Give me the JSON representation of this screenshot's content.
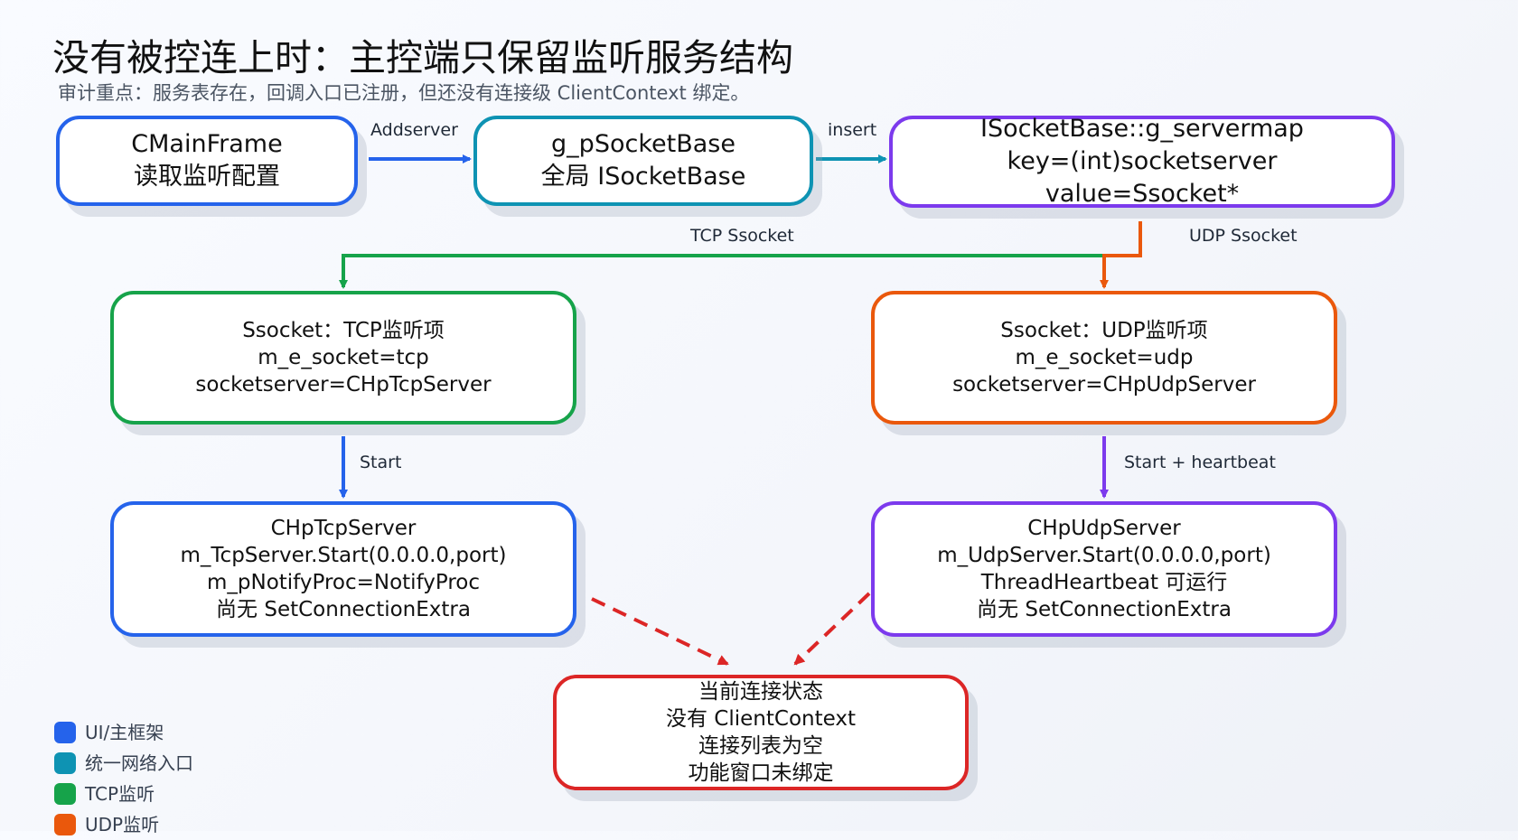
{
  "title": "没有被控连上时：主控端只保留监听服务结构",
  "subtitle": "审计重点：服务表存在，回调入口已注册，但还没有连接级 ClientContext 绑定。",
  "colors": {
    "blue": "#2563eb",
    "teal": "#0e93b3",
    "green": "#16a34a",
    "orange": "#ea580c",
    "purple": "#7c3aed",
    "red": "#dc2626"
  },
  "nodes": {
    "mainframe": {
      "lines": [
        "CMainFrame",
        "读取监听配置"
      ]
    },
    "socketbase": {
      "lines": [
        "g_pSocketBase",
        "全局 ISocketBase"
      ]
    },
    "servermap": {
      "lines": [
        "ISocketBase::g_servermap",
        "key=(int)socketserver",
        "value=Ssocket*"
      ]
    },
    "tcp_ssocket": {
      "lines": [
        "Ssocket：TCP监听项",
        "m_e_socket=tcp",
        "socketserver=CHpTcpServer"
      ]
    },
    "udp_ssocket": {
      "lines": [
        "Ssocket：UDP监听项",
        "m_e_socket=udp",
        "socketserver=CHpUdpServer"
      ]
    },
    "tcp_server": {
      "lines": [
        "CHpTcpServer",
        "m_TcpServer.Start(0.0.0.0,port)",
        "m_pNotifyProc=NotifyProc",
        "尚无 SetConnectionExtra"
      ]
    },
    "udp_server": {
      "lines": [
        "CHpUdpServer",
        "m_UdpServer.Start(0.0.0.0,port)",
        "ThreadHeartbeat 可运行",
        "尚无 SetConnectionExtra"
      ]
    },
    "conn_state": {
      "lines": [
        "当前连接状态",
        "没有 ClientContext",
        "连接列表为空",
        "功能窗口未绑定"
      ]
    }
  },
  "edges": {
    "addserver": "Addserver",
    "insert": "insert",
    "tcp_ssocket": "TCP Ssocket",
    "udp_ssocket": "UDP Ssocket",
    "start": "Start",
    "start_heartbeat": "Start + heartbeat"
  },
  "legend": [
    {
      "label": "UI/主框架",
      "color": "#2563eb"
    },
    {
      "label": "统一网络入口",
      "color": "#0e93b3"
    },
    {
      "label": "TCP监听",
      "color": "#16a34a"
    },
    {
      "label": "UDP监听",
      "color": "#ea580c"
    }
  ]
}
